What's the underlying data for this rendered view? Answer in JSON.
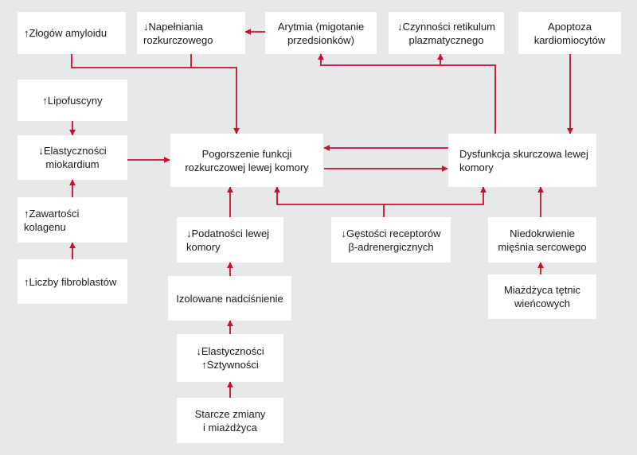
{
  "colors": {
    "background": "#e7e8e9",
    "box": "#ffffff",
    "arrow": "#c8102e",
    "text": "#1a1a1a"
  },
  "nodes": {
    "amyloid": "↑Złogów amyloidu",
    "filling": "↓Napełniania\nrozkurczowego",
    "arrhythmia": "Arytmia (migotanie\nprzedsionków)",
    "reticulum": "↓Czynności retikulum\nplazmatycznego",
    "apoptosis": "Apoptoza\nkardiomiocytów",
    "lipofuscin": "↑Lipofuscyny",
    "myocardium_elasticity": "↓Elastyczności\nmiokardium",
    "collagen": "↑Zawartości kolagenu",
    "fibroblasts": "↑Liczby fibroblastów",
    "diastolic_dysfunction": "Pogorszenie funkcji\nrozkurczowej lewej komory",
    "systolic_dysfunction": "Dysfunkcja skurczowa lewej\nkomory",
    "compliance": "↓Podatności lewej\nkomory",
    "hypertension": "Izolowane nadciśnienie",
    "elasticity_stiffness": "↓Elastyczności\n↑Sztywności",
    "senile_changes": "Starcze zmiany\ni miażdżyca",
    "receptors": "↓Gęstości receptorów\nβ-adrenergicznych",
    "ischemia": "Niedokrwienie\nmięśnia sercowego",
    "atherosclerosis": "Miażdżyca tętnic\nwieńcowych"
  }
}
